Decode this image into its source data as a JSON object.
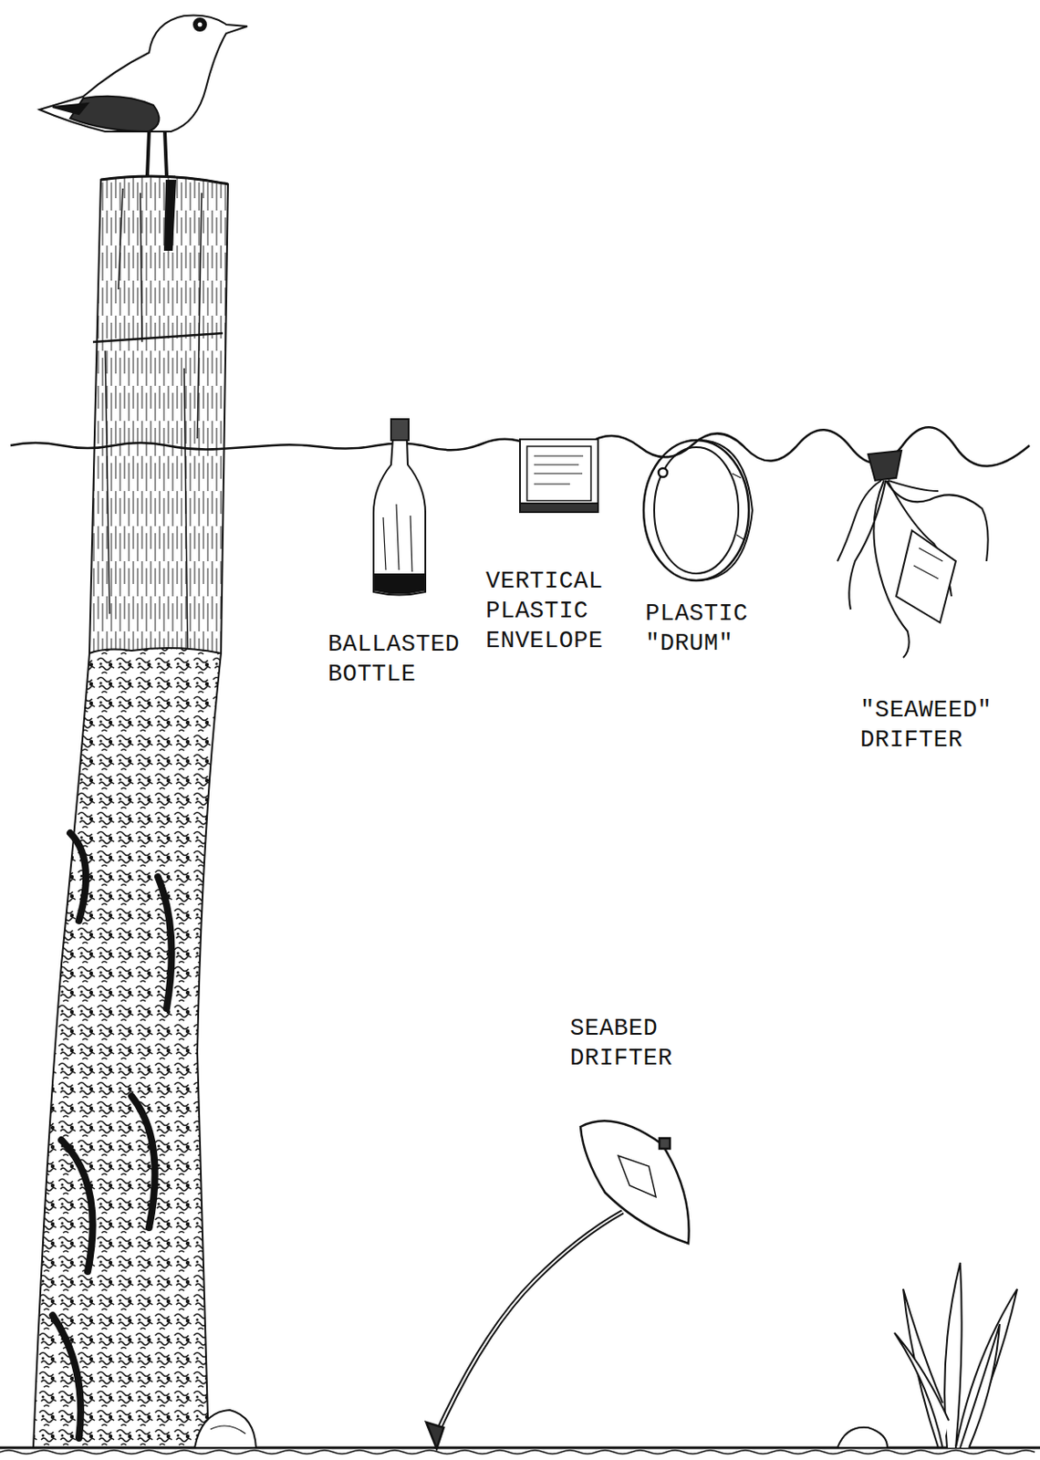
{
  "diagram": {
    "labels": [
      "BALLASTED BOTTLE",
      "VERTICAL PLASTIC ENVELOPE",
      "PLASTIC \"DRUM\"",
      "\"SEAWEED\" DRIFTER",
      "SEABED DRIFTER"
    ]
  }
}
